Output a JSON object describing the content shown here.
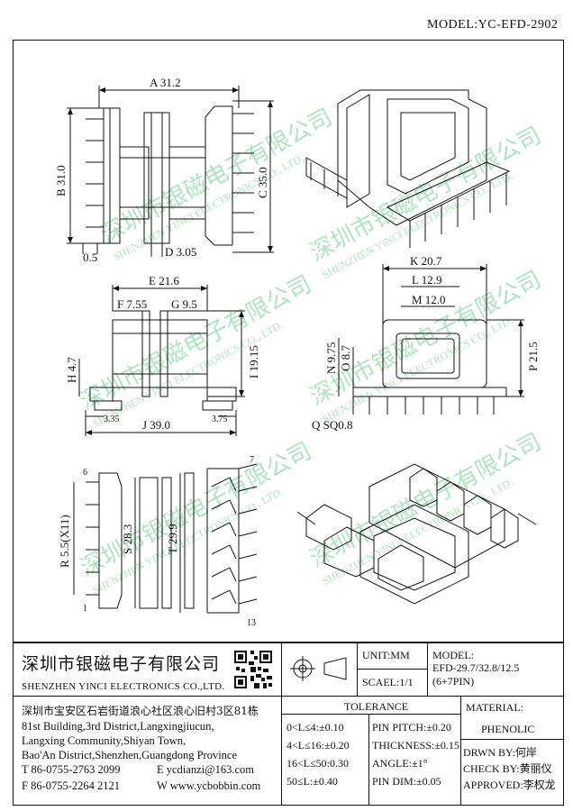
{
  "header": {
    "model": "MODEL:YC-EFD-2902"
  },
  "watermark": {
    "cn": "深圳市银磁电子有限公司",
    "en": "SHENZHEN YINCI ELECTRONICS CO., LTD."
  },
  "dimensions": {
    "A": "A 31.2",
    "B": "B 31.0",
    "C": "C 35.0",
    "D": "D 3.05",
    "pin_w": "0.5",
    "E": "E 21.6",
    "F": "F 7.55",
    "G": "G 9.5",
    "H": "H 4.7",
    "I": "I 19.15",
    "J": "J 39.0",
    "e1": "3.35",
    "e2": "3.75",
    "K": "K 20.7",
    "L": "L 12.9",
    "M": "M 12.0",
    "N": "N 9.75",
    "O": "O 8.7",
    "P": "P 21.5",
    "Q": "Q SQ0.8",
    "R": "R 5.5(X11)",
    "S": "S 28.3",
    "T": "T 29.9",
    "pin6": "6",
    "pin1": "1",
    "pin7": "7",
    "pin13": "13"
  },
  "title_block": {
    "company_cn": "深圳市银磁电子有限公司",
    "company_en": "SHENZHEN YINCI ELECTRONICS CO.,LTD.",
    "unit": "UNIT:MM",
    "scale": "SCAEL:1/1",
    "model_label": "MODEL:",
    "model_value": "EFD-29.7/32.8/12.5",
    "model_pins": "(6+7PIN)",
    "tolerance": "TOLERANCE",
    "tol_rows": [
      "0<L≤4:±0.10",
      "4<L≤16:±0.20",
      "16<L≤50:0.30",
      "50≤L:±0.40"
    ],
    "tol_rows2": [
      "PIN PITCH:±0.20",
      "THICKNESS:±0.15",
      "ANGLE:±1°",
      "PIN DIM:±0.05"
    ],
    "material_label": "MATERIAL:",
    "material_value": "PHENOLIC",
    "drawn": "DRWN BY:何岸",
    "check": "CHECK BY:黄丽仪",
    "approved": "APPROVED:李权龙",
    "address": [
      "深圳市宝安区石岩街道浪心社区浪心旧村3区81栋",
      "81st Building,3rd District,Langxingjiucun,",
      "Langxing Community,Shiyan Town,",
      "Bao'An District,Shenzhen,Guangdong Province"
    ],
    "tel": "T 86-0755-2763 2099",
    "email": "E ycdianzi@163.com",
    "fax": "F 86-0755-2264 2121",
    "web": "W www.ycbobbin.com"
  },
  "icons": [
    "qr-code-icon",
    "projection-symbol-icon"
  ]
}
